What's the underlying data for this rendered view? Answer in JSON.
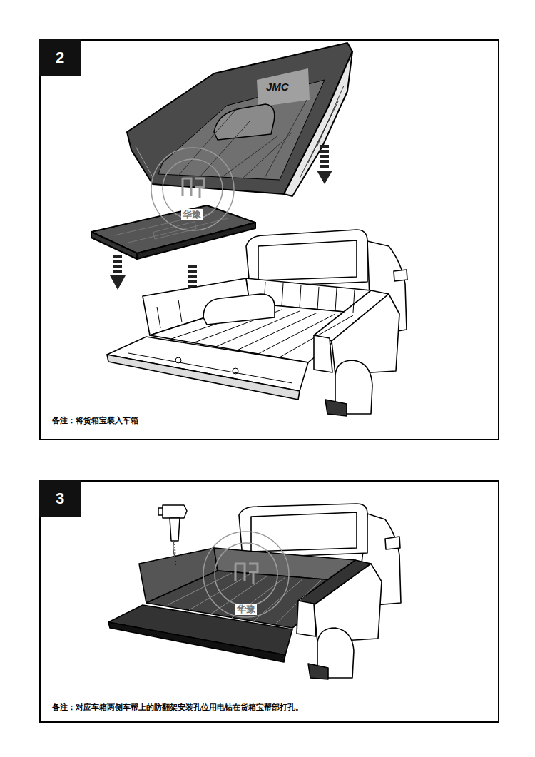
{
  "diagram": {
    "nodes": [
      {
        "text": [
          "备注：将货箱宝装入车箱"
        ]
      },
      {
        "text": [
          "2"
        ],
        "in": 0
      },
      {
        "text": [
          "备注：对应车箱两侧车帮上的防翻架安装孔位用电钻在货箱宝帮部打孔。"
        ]
      },
      {
        "text": [
          "3"
        ],
        "in": 2
      }
    ],
    "labels": [
      "JMC",
      "华豫",
      "华豫"
    ]
  }
}
